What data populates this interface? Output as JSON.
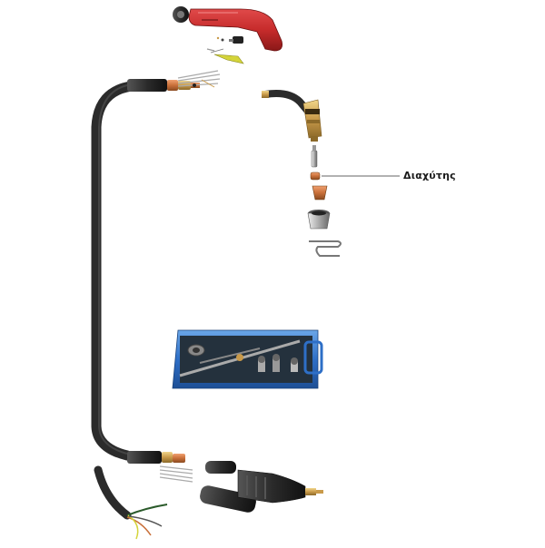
{
  "diagram": {
    "callout": {
      "label": "Διαχύτης",
      "part": "diffuser"
    },
    "parts": [
      "torch-handle",
      "lock-nut",
      "trigger-switch",
      "contact-pins",
      "cable-connector-upper",
      "swan-neck",
      "contact-tip",
      "gas-diffuser",
      "tip-holder",
      "gas-nozzle",
      "spring-clip",
      "tool-case",
      "hose-cable",
      "cable-connector-lower",
      "power-cable",
      "rubber-boot",
      "euro-adapter"
    ],
    "colors": {
      "handle_red": "#c62b2b",
      "cable_black": "#2b2b2b",
      "brass": "#c99a4a",
      "copper": "#c9703a",
      "case_blue": "#2e6fc7"
    }
  }
}
